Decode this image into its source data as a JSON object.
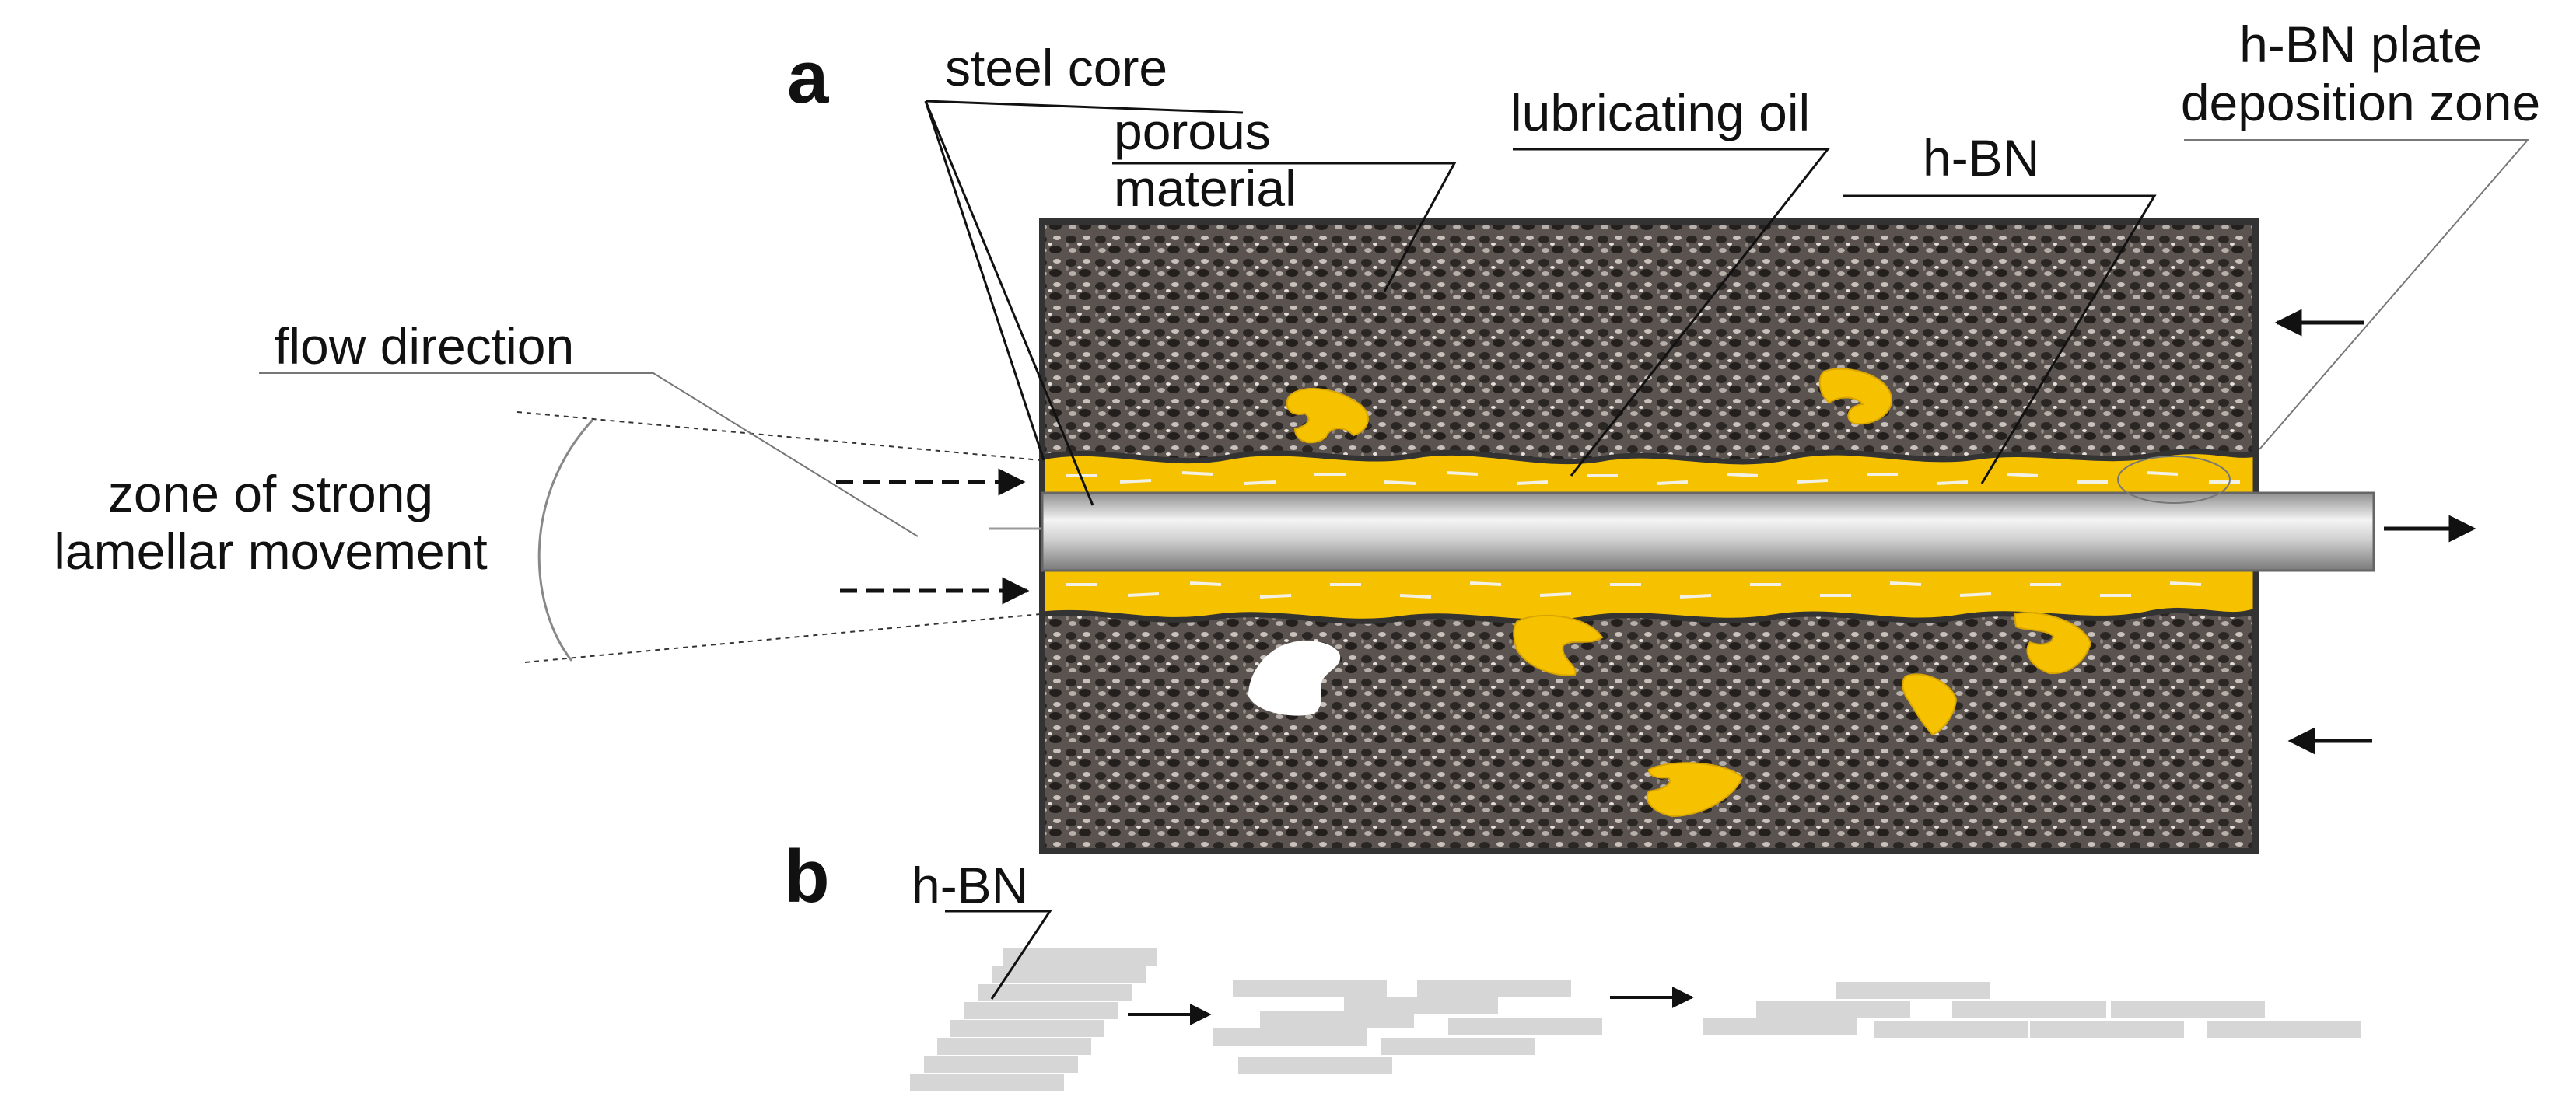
{
  "panels": {
    "a": "a",
    "b": "b"
  },
  "labels": {
    "steel_core": "steel core",
    "porous_material_1": "porous",
    "porous_material_2": "material",
    "lubricating_oil": "lubricating oil",
    "hbn": "h-BN",
    "deposition_zone_1": "h-BN plate",
    "deposition_zone_2": "deposition zone",
    "flow_direction": "flow direction",
    "zone_1": "zone of strong",
    "zone_2": "lamellar movement",
    "hbn_b": "h-BN"
  },
  "colors": {
    "porous": "#5a524e",
    "oil": "#f6c200",
    "steel_light": "#f2f2f2",
    "steel_dark": "#8c8c8c",
    "plate": "#d6d6d6",
    "outline": "#333333"
  }
}
